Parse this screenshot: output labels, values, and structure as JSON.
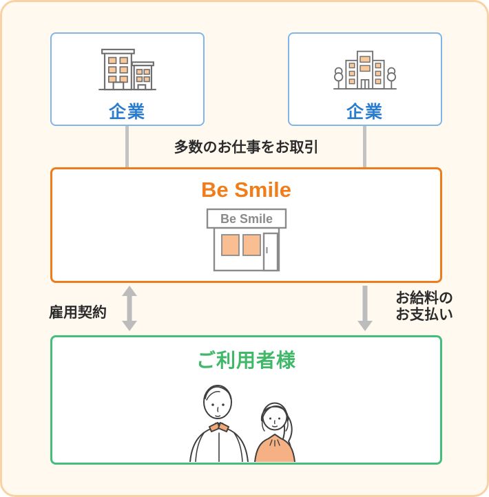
{
  "colors": {
    "page_background": "#FFF9F0",
    "page_border": "#F8D2A4",
    "company_border": "#7FB5E8",
    "company_label": "#2A7CCE",
    "besmile_border": "#ED7D1A",
    "besmile_title": "#F07D1A",
    "users_border": "#43BE7D",
    "users_title": "#3FB968",
    "arrow_gray": "#BCBCBC",
    "connector_gray": "#C3C3C3",
    "dark_text": "#2B2B2B",
    "window_peach": "#F9C99C",
    "icon_stroke": "#6E6E6E"
  },
  "top_boxes": [
    {
      "label": "企業",
      "icon": "office-building-icon"
    },
    {
      "label": "企業",
      "icon": "company-building-trees-icon"
    }
  ],
  "trade_text": "多数のお仕事をお取引",
  "besmile": {
    "title": "Be Smile",
    "sign": "Be Smile",
    "icon": "storefront-icon"
  },
  "labels": {
    "employment": "雇用契約",
    "salary_line1": "お給料の",
    "salary_line2": "お支払い"
  },
  "users": {
    "title": "ご利用者様",
    "icon": "people-icon"
  }
}
